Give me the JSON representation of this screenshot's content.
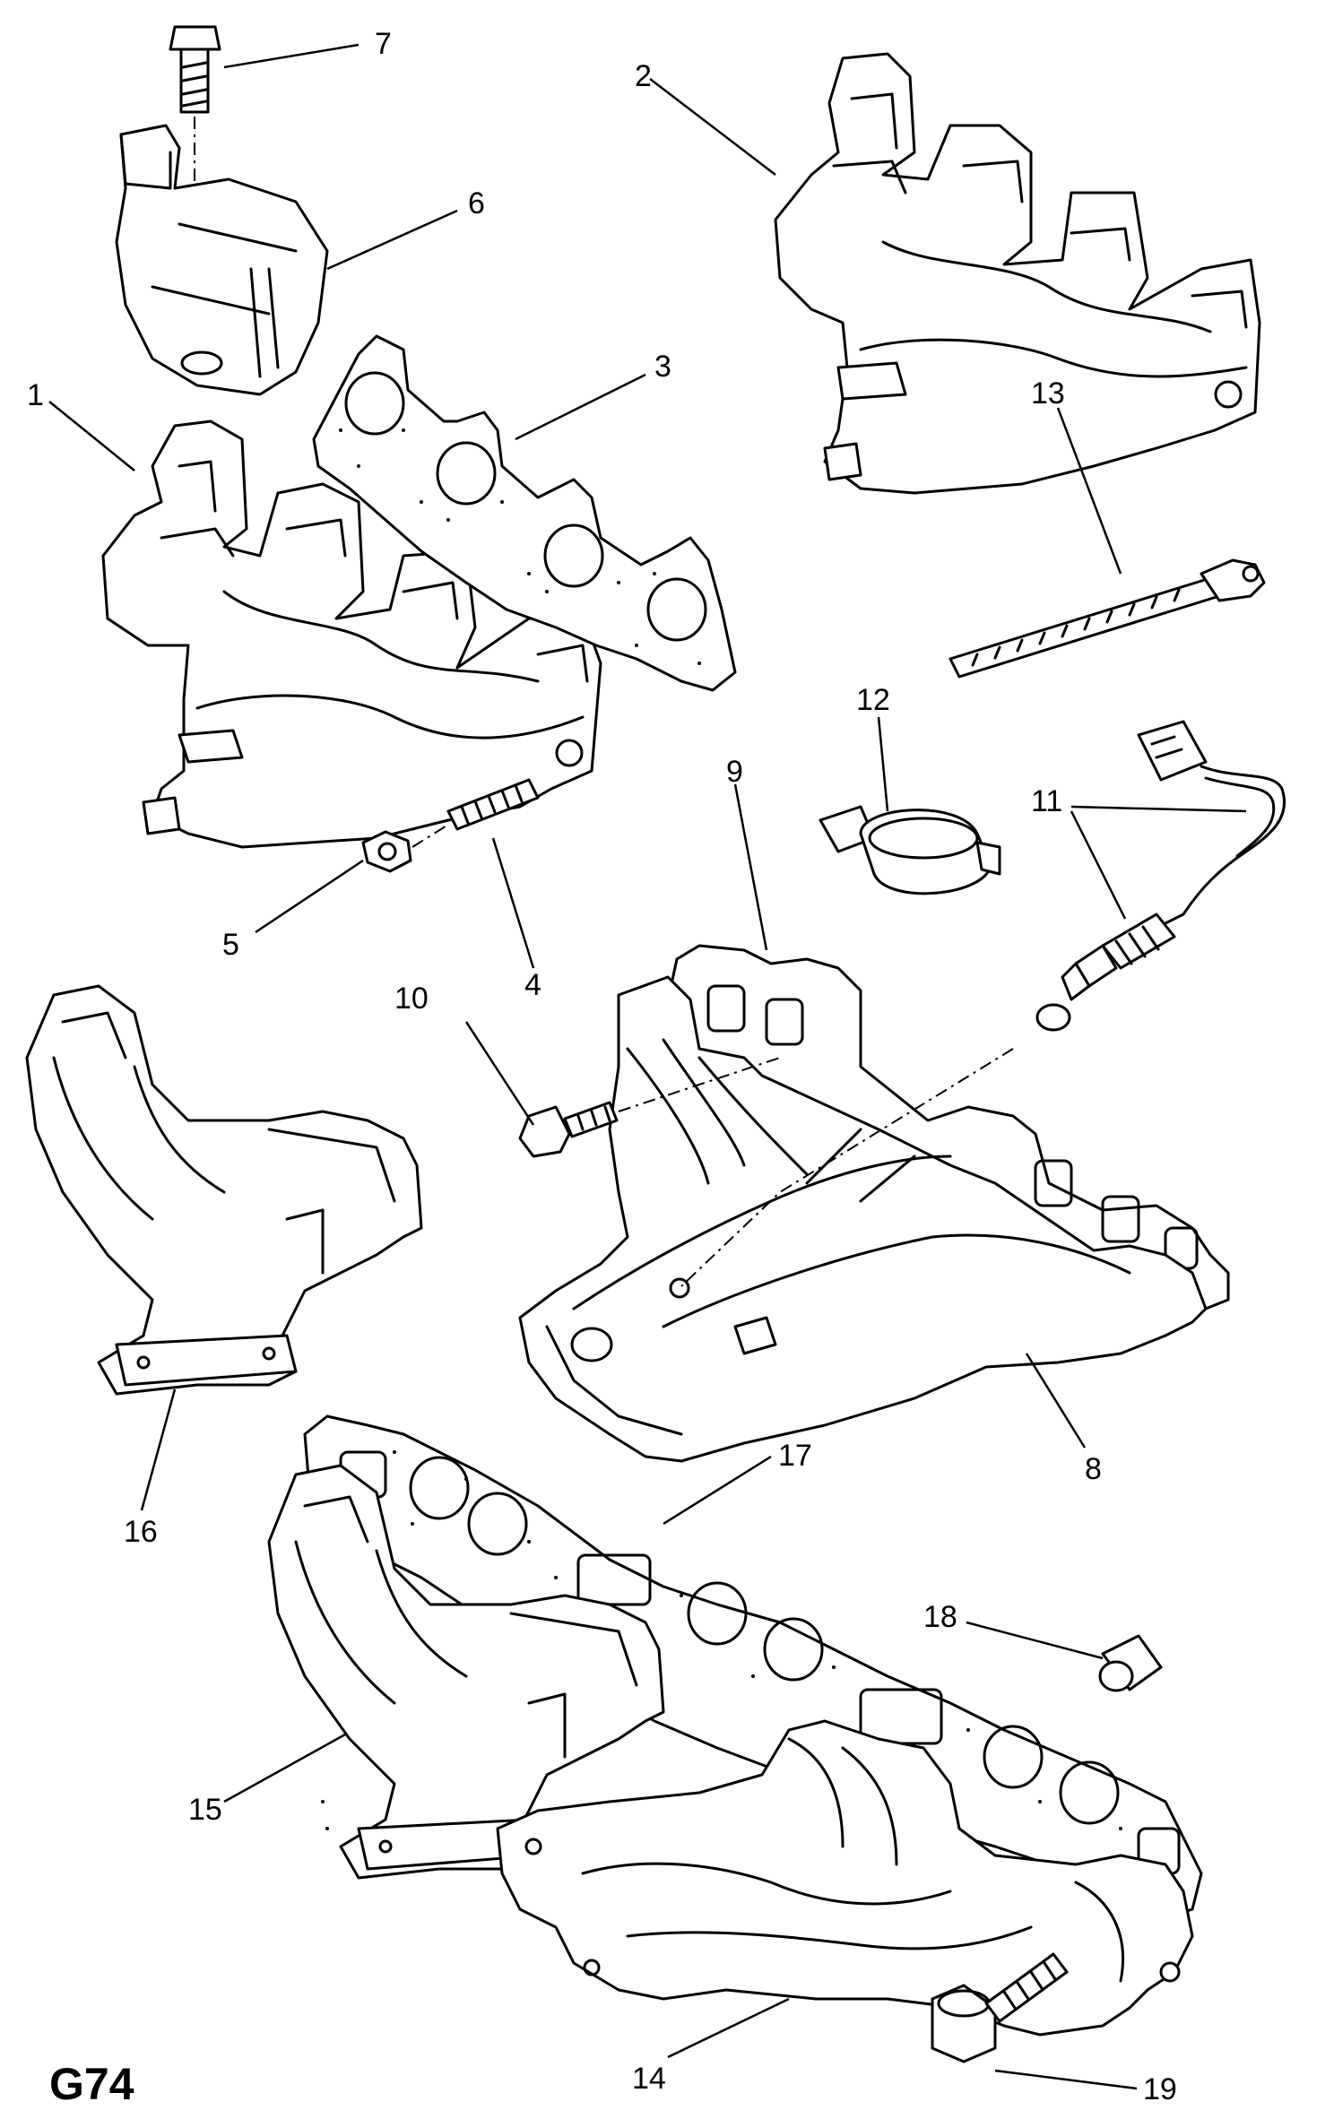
{
  "diagram": {
    "code": "G74",
    "callouts": [
      "1",
      "2",
      "3",
      "4",
      "5",
      "6",
      "7",
      "8",
      "9",
      "10",
      "11",
      "12",
      "13",
      "14",
      "15",
      "16",
      "17",
      "18",
      "19"
    ]
  }
}
